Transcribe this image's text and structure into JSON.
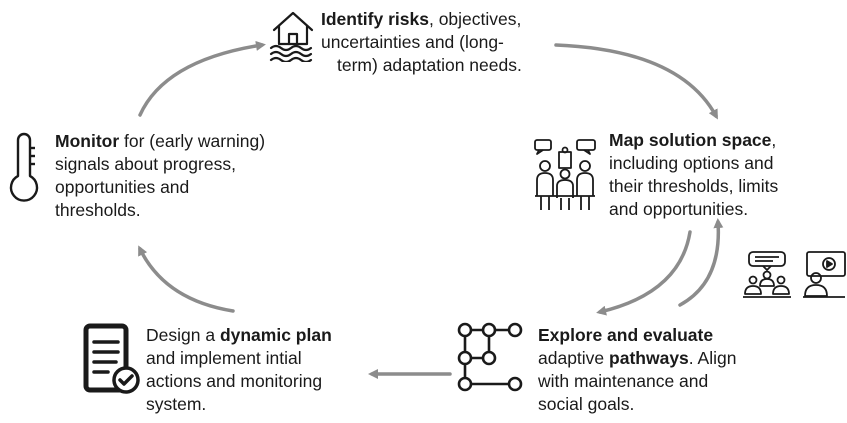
{
  "steps": {
    "identify": {
      "bold": "Identify risks",
      "line1": ", objectives,",
      "line2": "uncertainties and (long-",
      "line3": "term) adaptation needs."
    },
    "map": {
      "bold": "Map solution space",
      "line1": ",",
      "line2": "including options and",
      "line3": "their thresholds, limits",
      "line4": "and opportunities."
    },
    "explore": {
      "bold": "Explore and evaluate",
      "line2a": "adaptive ",
      "line2b": "pathways",
      "line2c": ". Align",
      "line3": "with maintenance and",
      "line4": "social goals."
    },
    "design": {
      "pre": "Design a ",
      "bold": "dynamic plan",
      "line2": "and implement intial",
      "line3": "actions and monitoring",
      "line4": "system."
    },
    "monitor": {
      "bold": "Monitor",
      "line1": " for (early warning)",
      "line2": "signals about progress,",
      "line3": "opportunities and",
      "line4": "thresholds."
    }
  },
  "icons": [
    "flooded-house-icon",
    "meeting-puzzle-icon",
    "presentation-audience-icon",
    "video-call-icon",
    "pathways-network-icon",
    "checklist-document-icon",
    "thermometer-icon"
  ],
  "colors": {
    "arrow": "#8c8c8c",
    "text": "#1a1a1a",
    "icon": "#1a1a1a"
  }
}
